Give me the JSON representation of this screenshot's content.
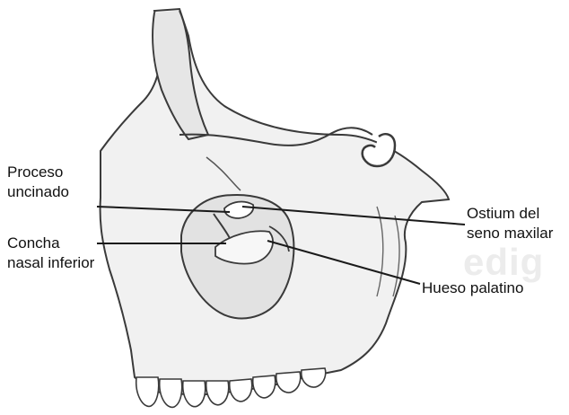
{
  "labels": {
    "proceso_uncinado": {
      "line1": "Proceso",
      "line2": "uncinado"
    },
    "concha_nasal_inferior": {
      "line1": "Concha",
      "line2": "nasal inferior"
    },
    "ostium_seno_maxilar": {
      "line1": "Ostium del",
      "line2": "seno maxilar"
    },
    "hueso_palatino": {
      "line1": "Hueso palatino"
    }
  },
  "watermark": "edig",
  "colors": {
    "background": "#ffffff",
    "bone_fill": "#f1f1f1",
    "bone_stroke": "#3a3a3a",
    "leader_line": "#1a1a1a",
    "text": "#111111"
  },
  "illustration": "maxilla-lateral-view"
}
